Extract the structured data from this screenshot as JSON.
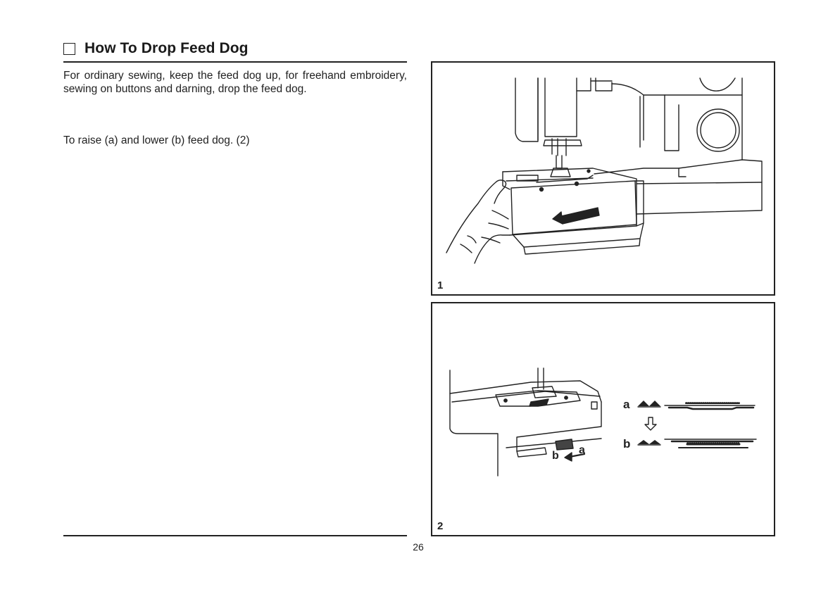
{
  "section": {
    "title": "How To Drop Feed Dog",
    "intro": "For ordinary sewing, keep the feed dog up, for freehand embroidery, sewing on buttons and darning, drop the feed dog.",
    "raise_instruction": "To raise (a) and lower (b) feed dog. (2)"
  },
  "figures": [
    {
      "number": "1"
    },
    {
      "number": "2",
      "labels": {
        "a": "a",
        "b": "b",
        "lever_a": "a",
        "lever_b": "b"
      }
    }
  ],
  "page_number": "26"
}
